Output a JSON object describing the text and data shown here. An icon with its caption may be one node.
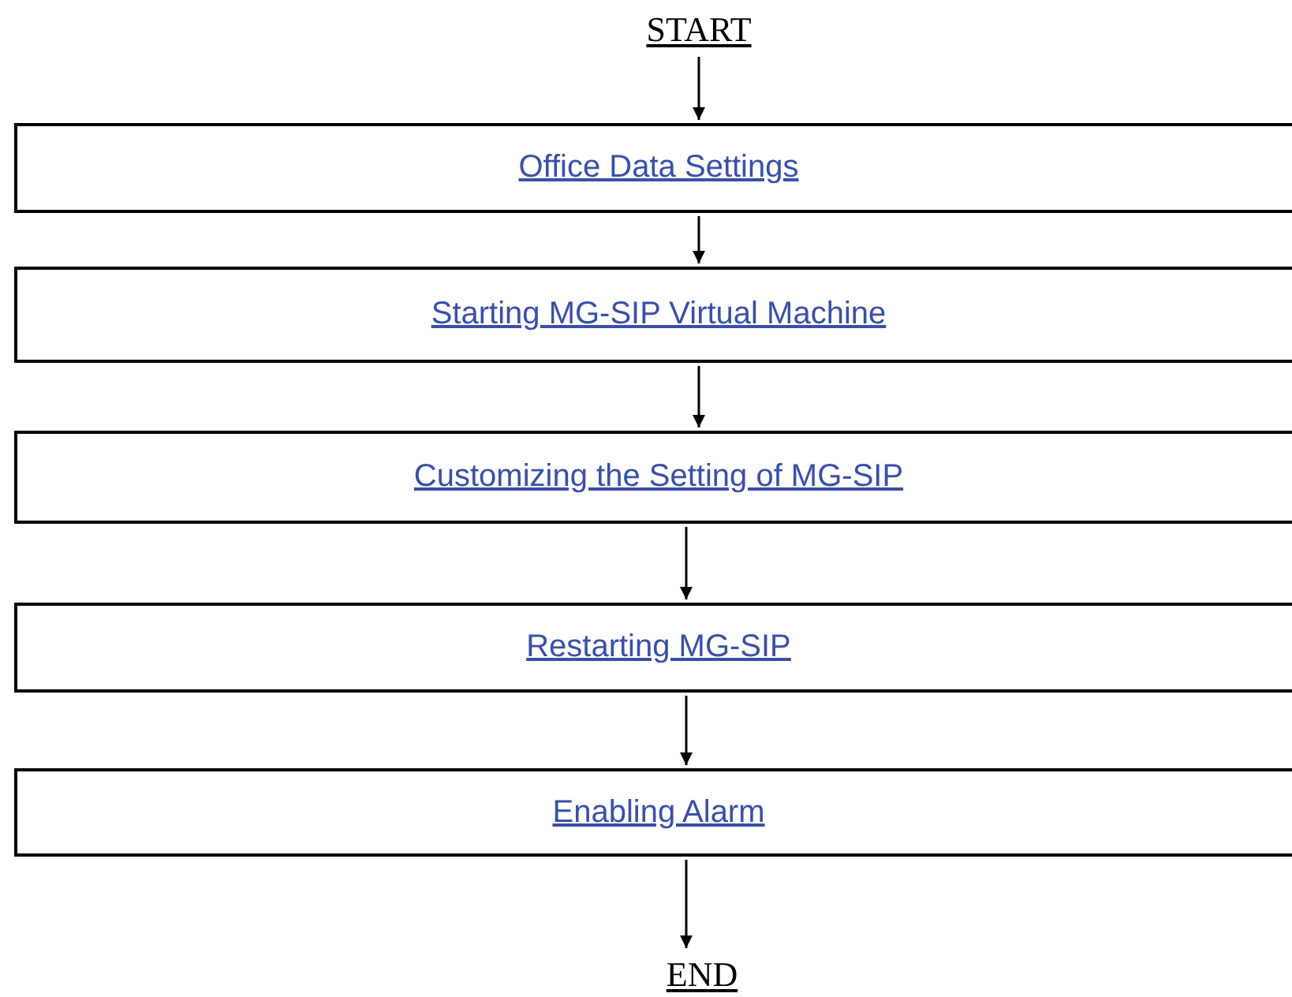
{
  "diagram": {
    "nodes": [
      {
        "text": [
          "START"
        ]
      },
      {
        "text": [
          "Office Data Settings"
        ]
      },
      {
        "text": [
          "Starting MG-SIP Virtual Machine"
        ]
      },
      {
        "text": [
          "Customizing the Setting of MG-SIP"
        ]
      },
      {
        "text": [
          "Restarting MG-SIP"
        ]
      },
      {
        "text": [
          "Enabling Alarm"
        ]
      },
      {
        "text": [
          "END"
        ]
      }
    ],
    "edges": [
      {
        "from": 0,
        "to": 1,
        "arrow": "to"
      },
      {
        "from": 1,
        "to": 2,
        "arrow": "to"
      },
      {
        "from": 2,
        "to": 3,
        "arrow": "to"
      },
      {
        "from": 3,
        "to": 4,
        "arrow": "to"
      },
      {
        "from": 4,
        "to": 5,
        "arrow": "to"
      },
      {
        "from": 5,
        "to": 6,
        "arrow": "to"
      }
    ]
  }
}
